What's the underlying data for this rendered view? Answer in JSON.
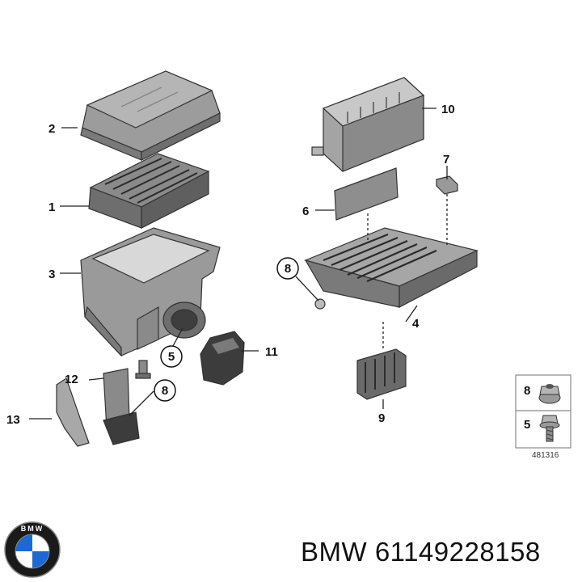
{
  "callouts": {
    "c1": "1",
    "c2": "2",
    "c3": "3",
    "c4": "4",
    "c5": "5",
    "c6": "6",
    "c7": "7",
    "c8": "8",
    "c9": "9",
    "c10": "10",
    "c11": "11",
    "c12": "12",
    "c13": "13"
  },
  "legend": {
    "item_8": "8",
    "item_5": "5",
    "drawing_number": "481316"
  },
  "logo": {
    "text": "BMW"
  },
  "brand": {
    "caption": "BMW 61149228158"
  },
  "colors": {
    "part_fill": "#9a9a9a",
    "part_dark": "#6e6e6e",
    "part_light": "#c4c4c4",
    "logo_blue": "#1c69d4"
  }
}
